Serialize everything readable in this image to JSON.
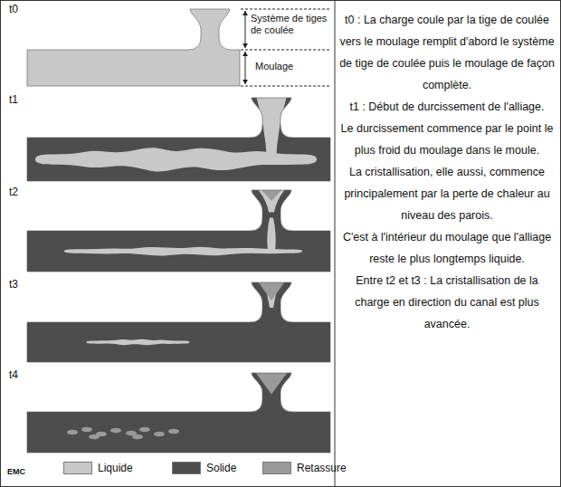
{
  "diagram": {
    "labels": [
      "t0",
      "Système de tiges de coulée",
      "Moulage",
      "t1",
      "t2",
      "t3",
      "t4",
      "EMC",
      "t0 : La charge coule par la tige de coulée vers le moulage remplit d'abord le système de tige de coulée puis le moulage de façon complète.",
      "t1 : Début de durcissement de l'alliage.",
      "Le durcissement commence par le point le plus froid du moulage dans le moule.",
      "La cristallisation, elle aussi, commence principalement par la perte de chaleur au niveau des parois.",
      "C'est à l'intérieur du moulage que l'alliage reste le plus longtemps liquide.",
      "Entre t2 et t3 : La cristallisation de la charge en direction du canal est plus avancée."
    ],
    "legend": [
      {
        "text": "Liquide",
        "color": "#c8c8c8"
      },
      {
        "text": "Solide",
        "color": "#4d4d4d"
      },
      {
        "text": "Retassure",
        "color": "#9a9a9a"
      }
    ]
  }
}
